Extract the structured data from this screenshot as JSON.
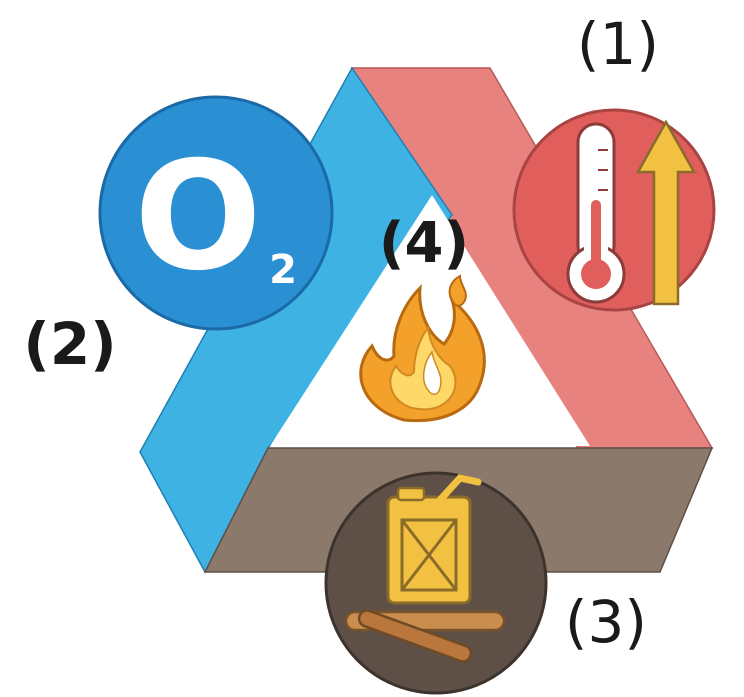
{
  "diagram": {
    "labels": {
      "heat": "(1)",
      "oxygen": "(2)",
      "fuel": "(3)",
      "reaction": "(4)"
    },
    "oxygen_symbol": {
      "letter": "O",
      "subscript": "2"
    },
    "icons": {
      "heat": "thermometer-rising-icon",
      "oxygen": "oxygen-o2-icon",
      "fuel": "fuel-can-and-wood-icon",
      "reaction": "fire-flame-icon"
    },
    "colors": {
      "heat_band": "#e8827f",
      "heat_circle": "#e05e5c",
      "oxygen_band": "#3fb2e4",
      "oxygen_circle": "#2a8fd3",
      "fuel_band": "#8b7a6c",
      "fuel_circle": "#5e5047",
      "flame_outer": "#f3a12a",
      "flame_inner": "#ffd86a",
      "fuel_icon": "#f2c141"
    }
  }
}
